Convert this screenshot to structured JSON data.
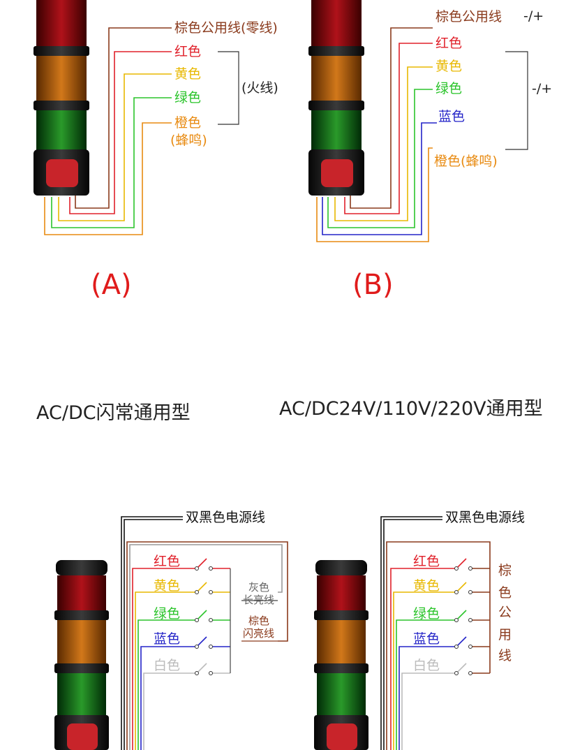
{
  "colors": {
    "brown": "#8a3a1c",
    "red": "#e0202a",
    "yellow": "#e8b800",
    "green": "#2bc42b",
    "blue": "#2424c8",
    "orange": "#e88a10",
    "white": "#b8b8b8",
    "black": "#111111"
  },
  "panel_a": {
    "caption": "(A)",
    "labels": {
      "brown": "棕色公用线(零线)",
      "red": "红色",
      "yellow": "黄色",
      "green": "绿色",
      "orange": "橙色",
      "orange_sub": "(蜂鸣)",
      "live_bracket": "(火线)"
    }
  },
  "panel_b": {
    "caption": "(B)",
    "labels": {
      "brown": "棕色公用线",
      "brown_pol": "-/+",
      "red": "红色",
      "yellow": "黄色",
      "green": "绿色",
      "blue": "蓝色",
      "orange": "橙色(蜂鸣)",
      "bracket_pol": "-/+"
    }
  },
  "titles": {
    "left": "AC/DC闪常通用型",
    "right": "AC/DC24V/110V/220V通用型"
  },
  "panel_c": {
    "power": "双黑色电源线",
    "switches": {
      "red": "红色",
      "yellow": "黄色",
      "green": "绿色",
      "blue": "蓝色",
      "white": "白色"
    },
    "gray_line": "灰色",
    "steady_line": "长亮线",
    "brown_line": "棕色",
    "flash_line": "闪亮线"
  },
  "panel_d": {
    "power": "双黑色电源线",
    "switches": {
      "red": "红色",
      "yellow": "黄色",
      "green": "绿色",
      "blue": "蓝色",
      "white": "白色"
    },
    "common_chars": [
      "棕",
      "色",
      "公",
      "用",
      "线"
    ]
  }
}
